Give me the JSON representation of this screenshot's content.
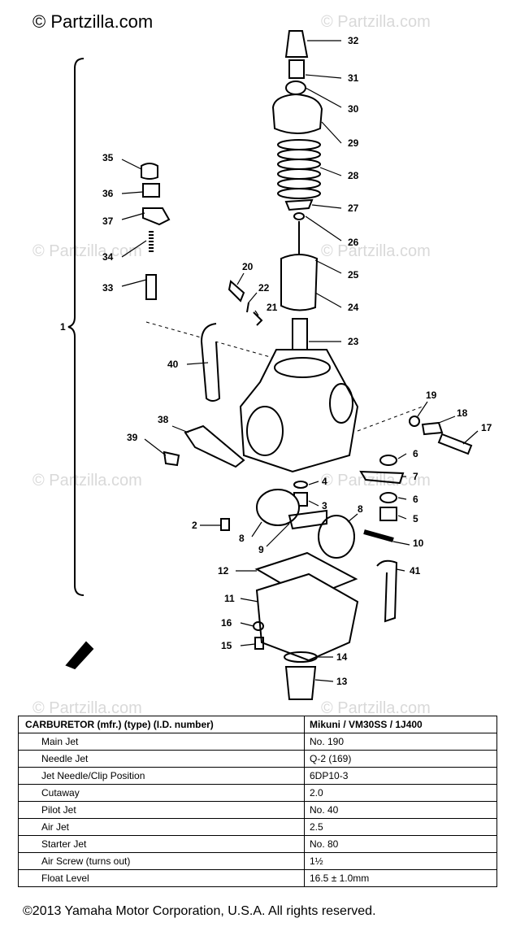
{
  "brand": "© Partzilla.com",
  "watermark": "© Partzilla.com",
  "callouts": {
    "c2": "2",
    "c3": "3",
    "c4": "4",
    "c5": "5",
    "c6a": "6",
    "c6b": "6",
    "c7": "7",
    "c8a": "8",
    "c8b": "8",
    "c9": "9",
    "c10": "10",
    "c11": "11",
    "c12": "12",
    "c13": "13",
    "c14": "14",
    "c15": "15",
    "c16": "16",
    "c17": "17",
    "c18": "18",
    "c19": "19",
    "c20": "20",
    "c21": "21",
    "c22": "22",
    "c23": "23",
    "c24": "24",
    "c25": "25",
    "c26": "26",
    "c27": "27",
    "c28": "28",
    "c29": "29",
    "c30": "30",
    "c31": "31",
    "c32": "32",
    "c33": "33",
    "c34": "34",
    "c35": "35",
    "c36": "36",
    "c37": "37",
    "c38": "38",
    "c39": "39",
    "c40": "40",
    "c41": "41",
    "c1": "1"
  },
  "specs": {
    "header": {
      "label": "CARBURETOR (mfr.) (type) (I.D. number)",
      "value": "Mikuni  /  VM30SS  /  1J400"
    },
    "rows": [
      {
        "label": "Main Jet",
        "value": "No. 190"
      },
      {
        "label": "Needle Jet",
        "value": "Q-2 (169)"
      },
      {
        "label": "Jet Needle/Clip Position",
        "value": "6DP10-3"
      },
      {
        "label": "Cutaway",
        "value": "2.0"
      },
      {
        "label": "Pilot Jet",
        "value": "No. 40"
      },
      {
        "label": "Air Jet",
        "value": "2.5"
      },
      {
        "label": "Starter Jet",
        "value": "No. 80"
      },
      {
        "label": "Air Screw (turns out)",
        "value": "1½"
      },
      {
        "label": "Float Level",
        "value": "16.5 ± 1.0mm"
      }
    ]
  },
  "copyright": "©2013  Yamaha Motor Corporation, U.S.A. All rights reserved."
}
